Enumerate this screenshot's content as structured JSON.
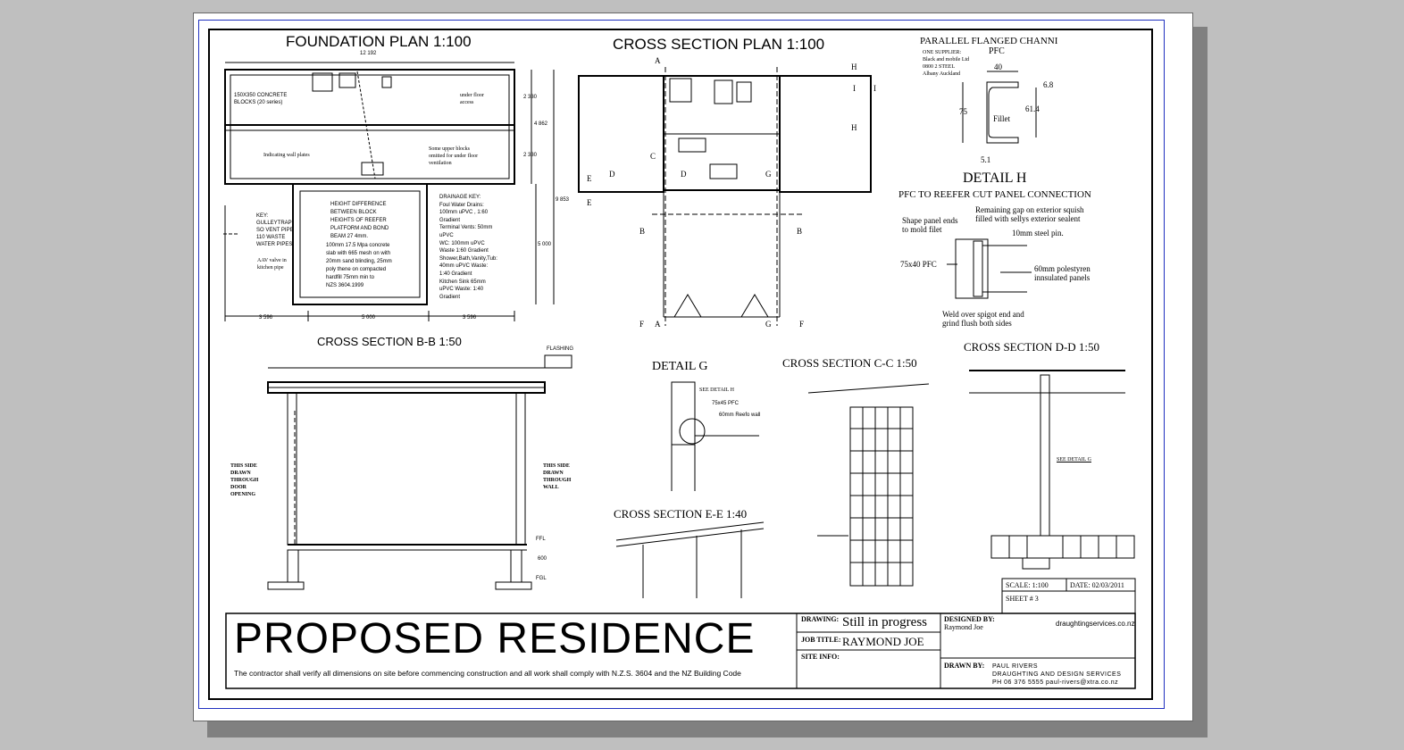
{
  "headings": {
    "foundation": "FOUNDATION PLAN 1:100",
    "cross_section_plan": "CROSS SECTION PLAN 1:100",
    "pfc": "PARALLEL FLANGED CHANNI",
    "pfc_sub": "PFC",
    "detail_h": "DETAIL H",
    "detail_h_sub": "PFC TO REEFER CUT PANEL CONNECTION",
    "bb": "CROSS SECTION B-B 1:50",
    "detail_g": "DETAIL G",
    "cc": "CROSS SECTION C-C 1:50",
    "dd": "CROSS SECTION D-D 1:50",
    "ee": "CROSS SECTION E-E 1:40"
  },
  "foundation": {
    "dim_top": "12 192",
    "blocks": "150X350 CONCRETE\nBLOCKS (20 series)",
    "underfloor": "under floor\naccess",
    "wall_plates": "Indicating wall plates",
    "upper_blocks": "Some upper blocks\nomitted for under floor\nventilation",
    "height_diff": "HEIGHT DIFFERENCE\nBETWEEN BLOCK\nHEIGHTS OF REEFER\nPLATFORM AND BOND\nBEAM 27 4mm.",
    "slab": "100mm 17.5 Mpa concrete\nslab with 665 mesh on with\n20mm sand blinding, 25mm\npoly thene on compacted\nhardfill 75mm min to\nNZS 3604.1999",
    "drainage": "DRAINAGE KEY:\nFoul Water Drains:\n100mm uPVC , 1:60\nGradient\nTerminal Vents: 50mm\nuPVC\nWC: 100mm uPVC\nWaste 1:60 Gradient\nShower,Bath,Vanity,Tub:\n40mm uPVC Waste:\n1:40 Gradient\nKitchen Sink 65mm\nuPVC Waste: 1:40\nGradient",
    "key": "KEY:\nGULLEYTRAP\nSO VENT PIPE\n110 WASTE\nWATER PIPES",
    "aav": "AAV valve in\nkitchen pipe",
    "dims": [
      "3 596",
      "5 000",
      "3 596"
    ],
    "dims_v": [
      "2 330",
      "4 862",
      "2 330",
      "9 853",
      "5 000"
    ]
  },
  "pfc": {
    "supplier": "ONE SUPPLIER:\nBlack and mobile Ltd\n0800 2 STEEL\nAlbany Auckland",
    "w": "40",
    "h": "75",
    "t": "6.8",
    "inner": "61.4",
    "web": "5.1",
    "fillet": "Fillet"
  },
  "detail_h": {
    "gap": "Remaining gap on exterior squish\nfilled with sellys exterior sealent",
    "shape": "Shape panel ends\nto mold filet",
    "pin": "10mm steel pin.",
    "pfc": "75x40 PFC",
    "panels": "60mm polestyren\ninnsulated panels",
    "weld": "Weld over spigot end and\ngrind flush both sides"
  },
  "section_marks": [
    "A",
    "A",
    "B",
    "B",
    "C",
    "D",
    "D",
    "E",
    "E",
    "F",
    "F",
    "G",
    "G",
    "H",
    "H",
    "I",
    "I"
  ],
  "bb": {
    "flashing": "FLASHING",
    "this_side_door": "THIS SIDE\nDRAWN\nTHROUGH\nDOOR\nOPENING",
    "this_side_wall": "THIS SIDE\nDRAWN\nTHROUGH\nWALL",
    "ffl": "FFL",
    "fgl": "FGL",
    "h600": "600"
  },
  "detail_g": {
    "see": "SEE DETAIL H",
    "pfc": "75x45 PFC",
    "wall": "60mm Reefo wall"
  },
  "dd": {
    "see": "SEE DETAIL G"
  },
  "title": {
    "main": "PROPOSED RESIDENCE",
    "note": "The contractor shall verify all dimensions on site before commencing construction and all work shall comply with N.Z.S. 3604 and the NZ Building Code"
  },
  "titleblock": {
    "scale_label": "SCALE:",
    "scale": "1:100",
    "date_label": "DATE:",
    "date": "02/03/2011",
    "sheet": "SHEET # 3",
    "drawing_label": "DRAWING:",
    "drawing": "Still in progress",
    "job_label": "JOB TITLE:",
    "job": "RAYMOND JOE",
    "site_label": "SITE INFO:",
    "designed_label": "DESIGNED BY:",
    "designed": "Raymond Joe",
    "website": "draughtingservices.co.nz",
    "drawn_label": "DRAWN BY:",
    "drawn": "PAUL RIVERS\nDRAUGHTING AND DESIGN SERVICES\nPH 06 376 5555 paul-rivers@xtra.co.nz"
  }
}
